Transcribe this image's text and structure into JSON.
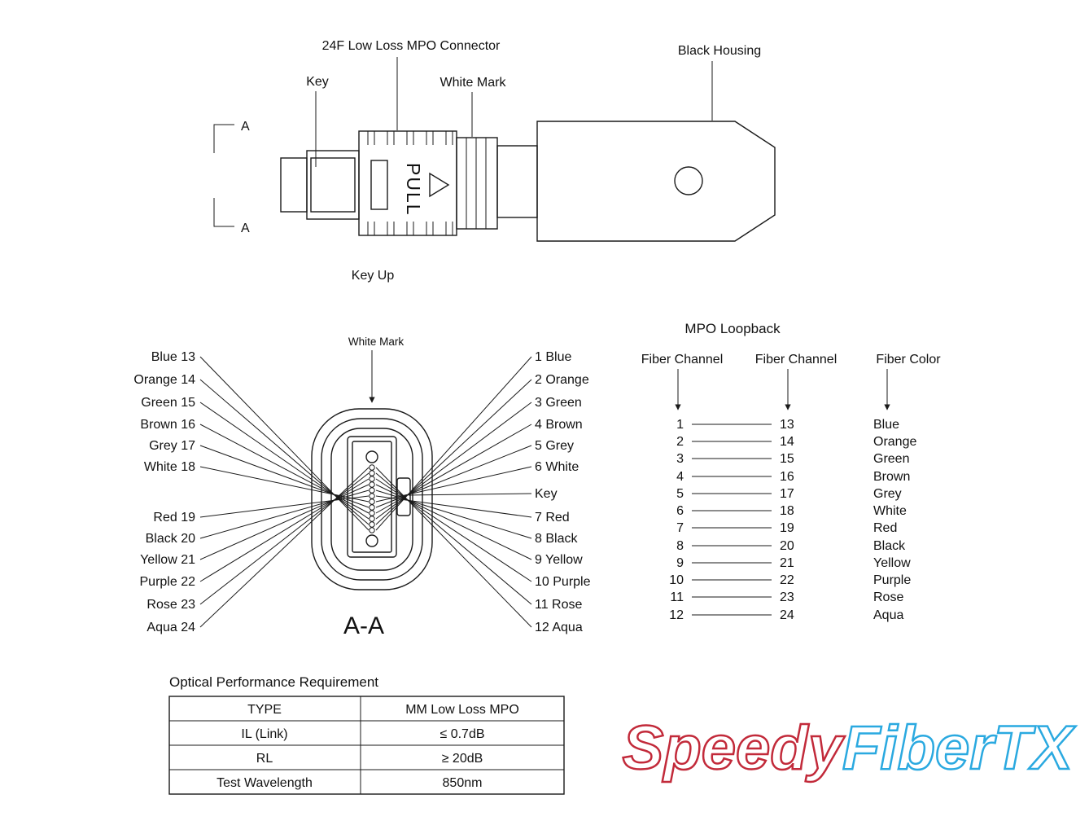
{
  "top_view": {
    "connector_label": "24F Low Loss MPO Connector",
    "key_label": "Key",
    "white_mark_label": "White Mark",
    "black_housing_label": "Black Housing",
    "section_letter_top": "A",
    "section_letter_bottom": "A",
    "pull_text": "PULL",
    "key_up_label": "Key Up"
  },
  "cross_section": {
    "white_mark_label": "White Mark",
    "section_title": "A-A",
    "key_label": "Key",
    "left_labels": [
      "Blue 13",
      "Orange 14",
      "Green 15",
      "Brown 16",
      "Grey 17",
      "White 18",
      "Red 19",
      "Black 20",
      "Yellow 21",
      "Purple 22",
      "Rose 23",
      "Aqua 24"
    ],
    "right_labels": [
      "1 Blue",
      "2 Orange",
      "3 Green",
      "4 Brown",
      "5 Grey",
      "6 White",
      "7 Red",
      "8 Black",
      "9 Yellow",
      "10 Purple",
      "11 Rose",
      "12 Aqua"
    ]
  },
  "loopback": {
    "title": "MPO Loopback",
    "headers": [
      "Fiber Channel",
      "Fiber Channel",
      "Fiber Color"
    ],
    "rows": [
      {
        "a": "1",
        "b": "13",
        "color": "Blue"
      },
      {
        "a": "2",
        "b": "14",
        "color": "Orange"
      },
      {
        "a": "3",
        "b": "15",
        "color": "Green"
      },
      {
        "a": "4",
        "b": "16",
        "color": "Brown"
      },
      {
        "a": "5",
        "b": "17",
        "color": "Grey"
      },
      {
        "a": "6",
        "b": "18",
        "color": "White"
      },
      {
        "a": "7",
        "b": "19",
        "color": "Red"
      },
      {
        "a": "8",
        "b": "20",
        "color": "Black"
      },
      {
        "a": "9",
        "b": "21",
        "color": "Yellow"
      },
      {
        "a": "10",
        "b": "22",
        "color": "Purple"
      },
      {
        "a": "11",
        "b": "23",
        "color": "Rose"
      },
      {
        "a": "12",
        "b": "24",
        "color": "Aqua"
      }
    ]
  },
  "performance": {
    "title": "Optical Performance Requirement",
    "rows": [
      {
        "label": "TYPE",
        "value": "MM Low Loss MPO"
      },
      {
        "label": "IL (Link)",
        "value": "≤ 0.7dB"
      },
      {
        "label": "RL",
        "value": "≥ 20dB"
      },
      {
        "label": "Test Wavelength",
        "value": "850nm"
      }
    ]
  },
  "logo": {
    "part1": "Speedy",
    "part2": "FiberTX"
  }
}
